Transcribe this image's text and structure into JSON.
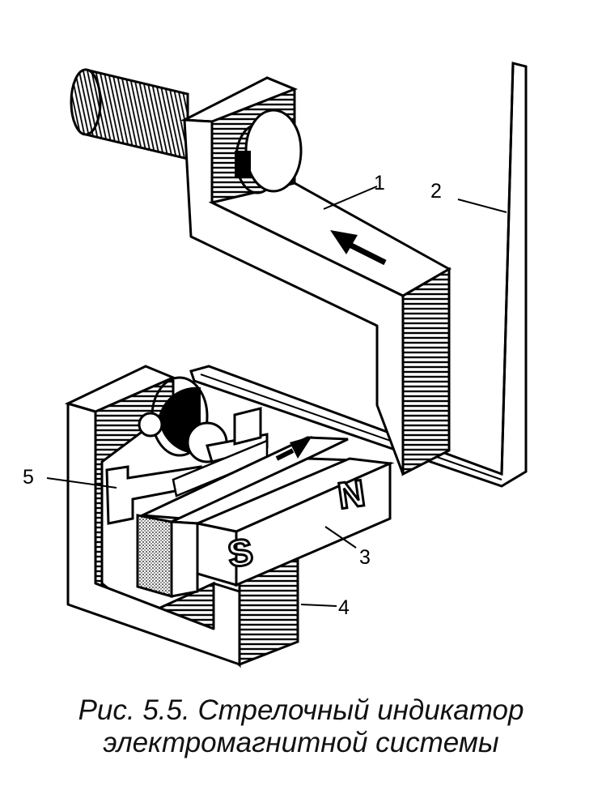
{
  "figure": {
    "labels": [
      "1",
      "2",
      "3",
      "4",
      "5"
    ],
    "poles": {
      "south": "S",
      "north": "N"
    },
    "colors": {
      "ink": "#000000",
      "paper": "#ffffff"
    }
  },
  "caption": {
    "line1": "Рис. 5.5. Стрелочный индикатор",
    "line2": "электромагнитной системы"
  }
}
